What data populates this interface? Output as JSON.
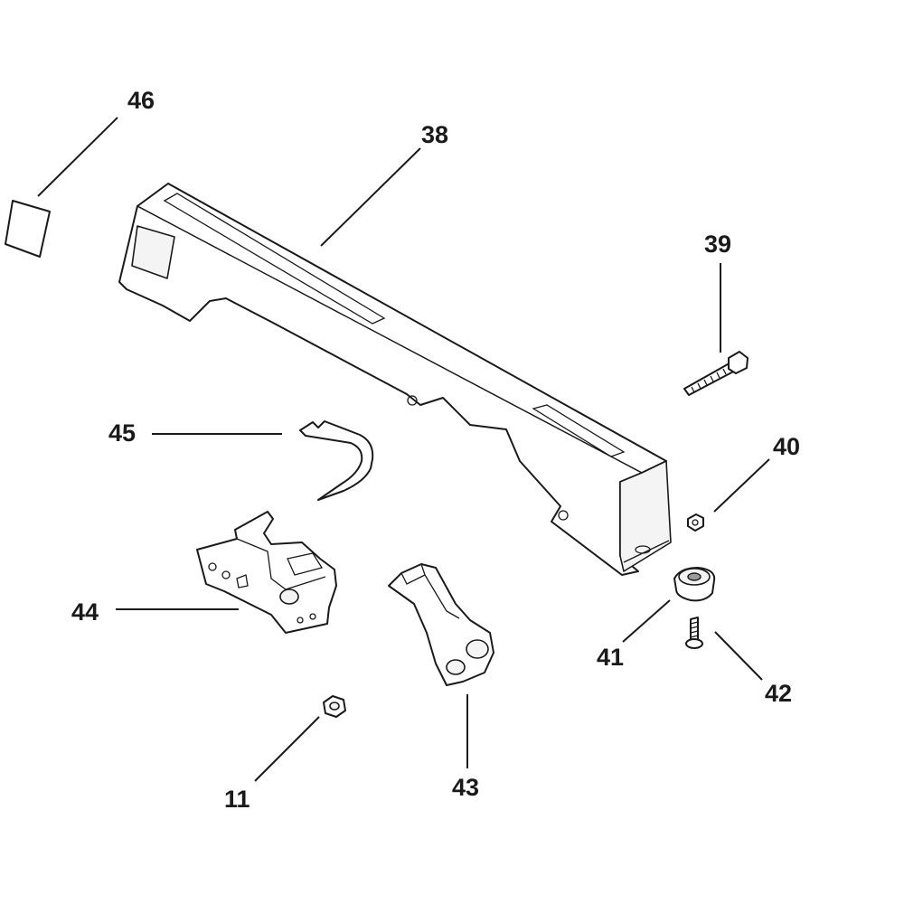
{
  "diagram": {
    "callouts": {
      "c46": "46",
      "c38": "38",
      "c39": "39",
      "c45": "45",
      "c40": "40",
      "c44": "44",
      "c41": "41",
      "c42": "42",
      "c11": "11",
      "c43": "43"
    }
  }
}
